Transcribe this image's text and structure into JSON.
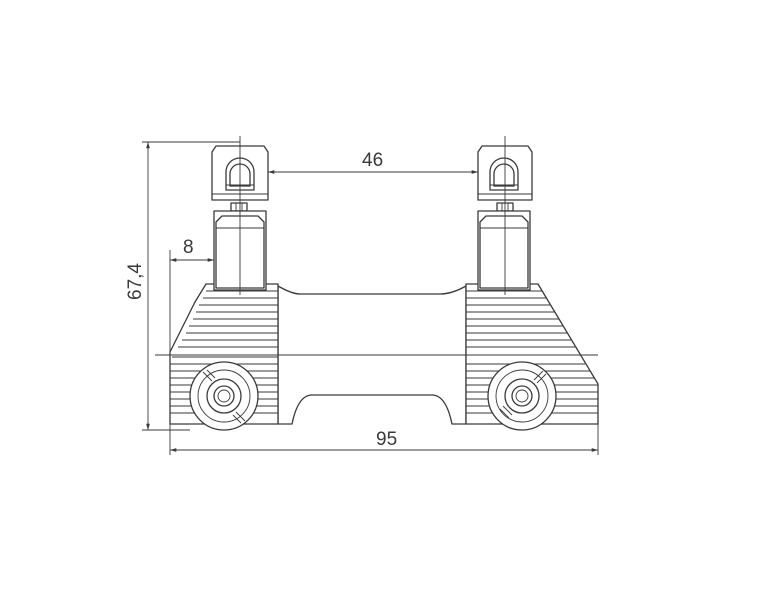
{
  "dimensions": {
    "top_spacing": "46",
    "offset": "8",
    "height": "67,4",
    "width": "95"
  }
}
